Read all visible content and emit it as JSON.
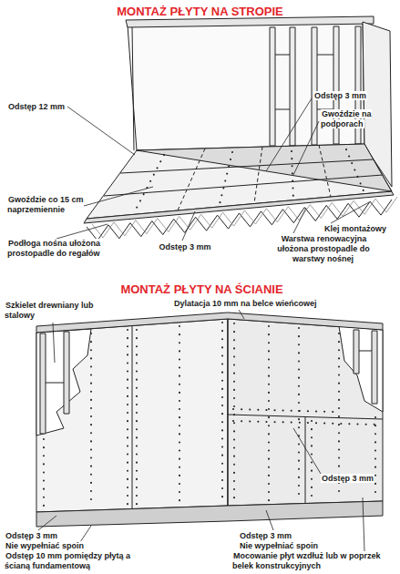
{
  "diagram": {
    "title": "MONTAŻ PŁYTY NA STROPIE",
    "labels": [
      "Odstęp 12 mm",
      "Odstęp 3 mm",
      "Gwoździe na podporach",
      "Gwoździe co 15 cm naprzemiennie",
      "Klej montażowy",
      "Podłoga nośna ułożona prostopadle do regałów",
      "Odstęp 3 mm",
      "Warstwa renowacyjna ułożona prostopadle do warstwy nośnej",
      "MONTAŻ PŁYTY NA ŚCIANIE",
      "Szkielet drewniany lub stalowy",
      "Dylatacja 10 mm na belce wieńcowej",
      "Odstęp 3 mm",
      "Odstęp 3 mm",
      "Nie wypełniać spoin",
      "Odstęp 10 mm pomiędzy płytą a ścianą fundamentową",
      "Odstęp 3 mm",
      "Nie wypełniać spoin",
      "Mocowanie płyt wzdłuż lub w poprzek belek konstrukcyjnych"
    ]
  }
}
